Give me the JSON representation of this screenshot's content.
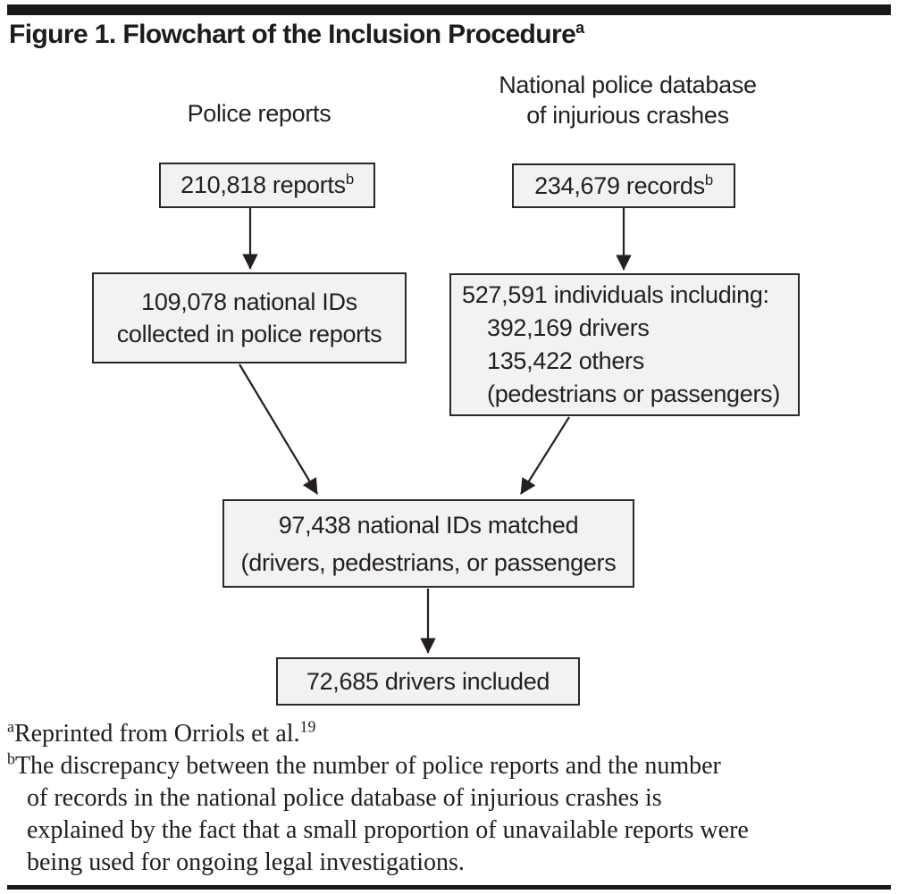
{
  "title": {
    "text": "Figure 1. Flowchart of the Inclusion Procedure",
    "sup": "a"
  },
  "headers": {
    "left": "Police reports",
    "right_line1": "National police database",
    "right_line2": "of injurious crashes"
  },
  "boxes": {
    "reports": {
      "text": "210,818 reports",
      "sup": "b"
    },
    "records": {
      "text": "234,679 records",
      "sup": "b"
    },
    "ids_collected": {
      "line1": "109,078 national IDs",
      "line2": "collected in police reports"
    },
    "individuals": {
      "line1": "527,591 individuals including:",
      "line2": "392,169 drivers",
      "line3": "135,422 others",
      "line4": "(pedestrians or passengers)"
    },
    "matched": {
      "line1": "97,438 national IDs matched",
      "line2": "(drivers, pedestrians, or passengers"
    },
    "included": {
      "text": "72,685 drivers included"
    }
  },
  "footnotes": {
    "a": {
      "marker": "a",
      "text": "Reprinted from Orriols et al.",
      "ref": "19"
    },
    "b": {
      "marker": "b",
      "line1": "The discrepancy between the number of police reports and the number",
      "line2": "of records in the national police database of injurious crashes is",
      "line3": "explained by the fact that a small proportion of unavailable reports were",
      "line4": "being used for ongoing legal investigations."
    }
  },
  "colors": {
    "box_fill": "#f2f2f1",
    "box_border": "#2b2927",
    "text": "#231f20",
    "rule": "#181818"
  }
}
